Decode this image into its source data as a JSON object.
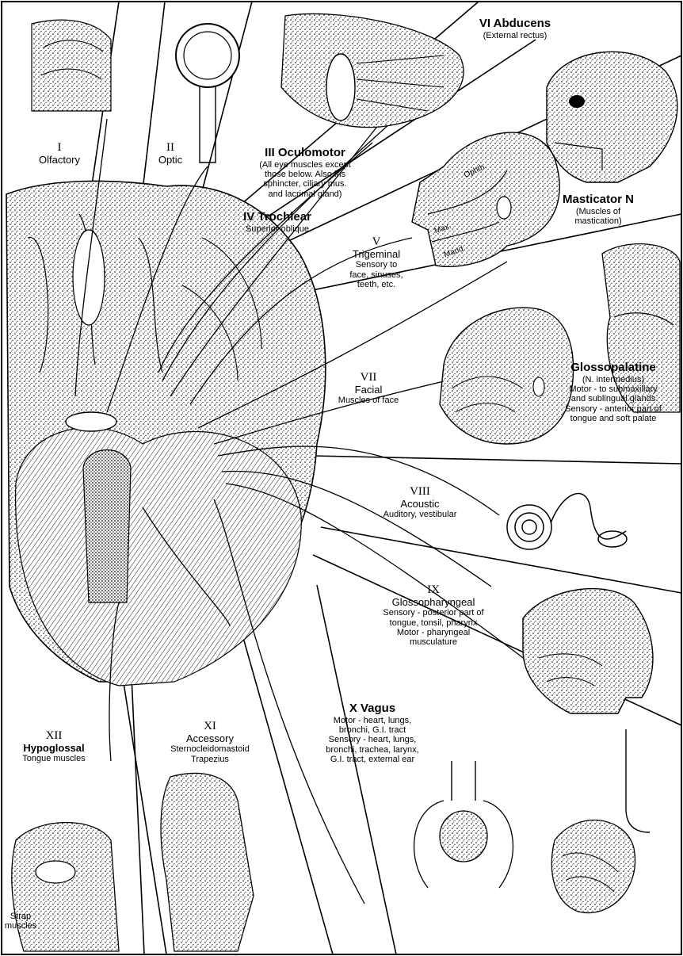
{
  "nerves": {
    "olfactory": {
      "numeral": "I",
      "name": "Olfactory"
    },
    "optic": {
      "numeral": "II",
      "name": "Optic"
    },
    "oculomotor": {
      "title": "III Oculomotor",
      "desc": [
        "(All eye muscles except",
        "those below. Also iris",
        "sphincter, ciliary mus.",
        "and lacrimal gland)"
      ]
    },
    "trochlear": {
      "title": "IV Trochlear",
      "desc": "Superior oblique"
    },
    "trigeminal": {
      "numeral": "V",
      "name": "Trigeminal",
      "desc": [
        "Sensory to",
        "face, sinuses,",
        "teeth, etc."
      ],
      "labels": {
        "ophth": "Ophth.",
        "max": "Max.",
        "mand": "Mand."
      }
    },
    "abducens": {
      "title": "VI Abducens",
      "desc": "(External rectus)"
    },
    "masticator": {
      "title": "Masticator N",
      "desc": [
        "(Muscles of",
        "mastication)"
      ]
    },
    "facial": {
      "numeral": "VII",
      "name": "Facial",
      "desc": "Muscles of face"
    },
    "glossopalatine": {
      "title": "Glossopalatine",
      "desc": [
        "(N. intermedius)",
        "Motor - to submaxillary",
        "and sublingual glands",
        "Sensory - anterior part of",
        "tongue and soft palate"
      ]
    },
    "acoustic": {
      "numeral": "VIII",
      "name": "Acoustic",
      "desc": "Auditory, vestibular"
    },
    "glossopharyngeal": {
      "numeral": "IX",
      "name": "Glossopharyngeal",
      "desc": [
        "Sensory - posterior part of",
        "tongue, tonsil, pharynx",
        "Motor - pharyngeal",
        "musculature"
      ]
    },
    "vagus": {
      "title": "X Vagus",
      "desc": [
        "Motor - heart, lungs,",
        "bronchi, G.I. tract",
        "Sensory - heart, lungs,",
        "bronchi, trachea, larynx,",
        "G.I. tract, external ear"
      ]
    },
    "accessory": {
      "numeral": "XI",
      "name": "Accessory",
      "desc": [
        "Sternocleidomastoid",
        "Trapezius"
      ]
    },
    "hypoglossal": {
      "numeral": "XII",
      "name": "Hypoglossal",
      "desc": "Tongue muscles",
      "strap": [
        "Strap",
        "muscles"
      ]
    }
  }
}
